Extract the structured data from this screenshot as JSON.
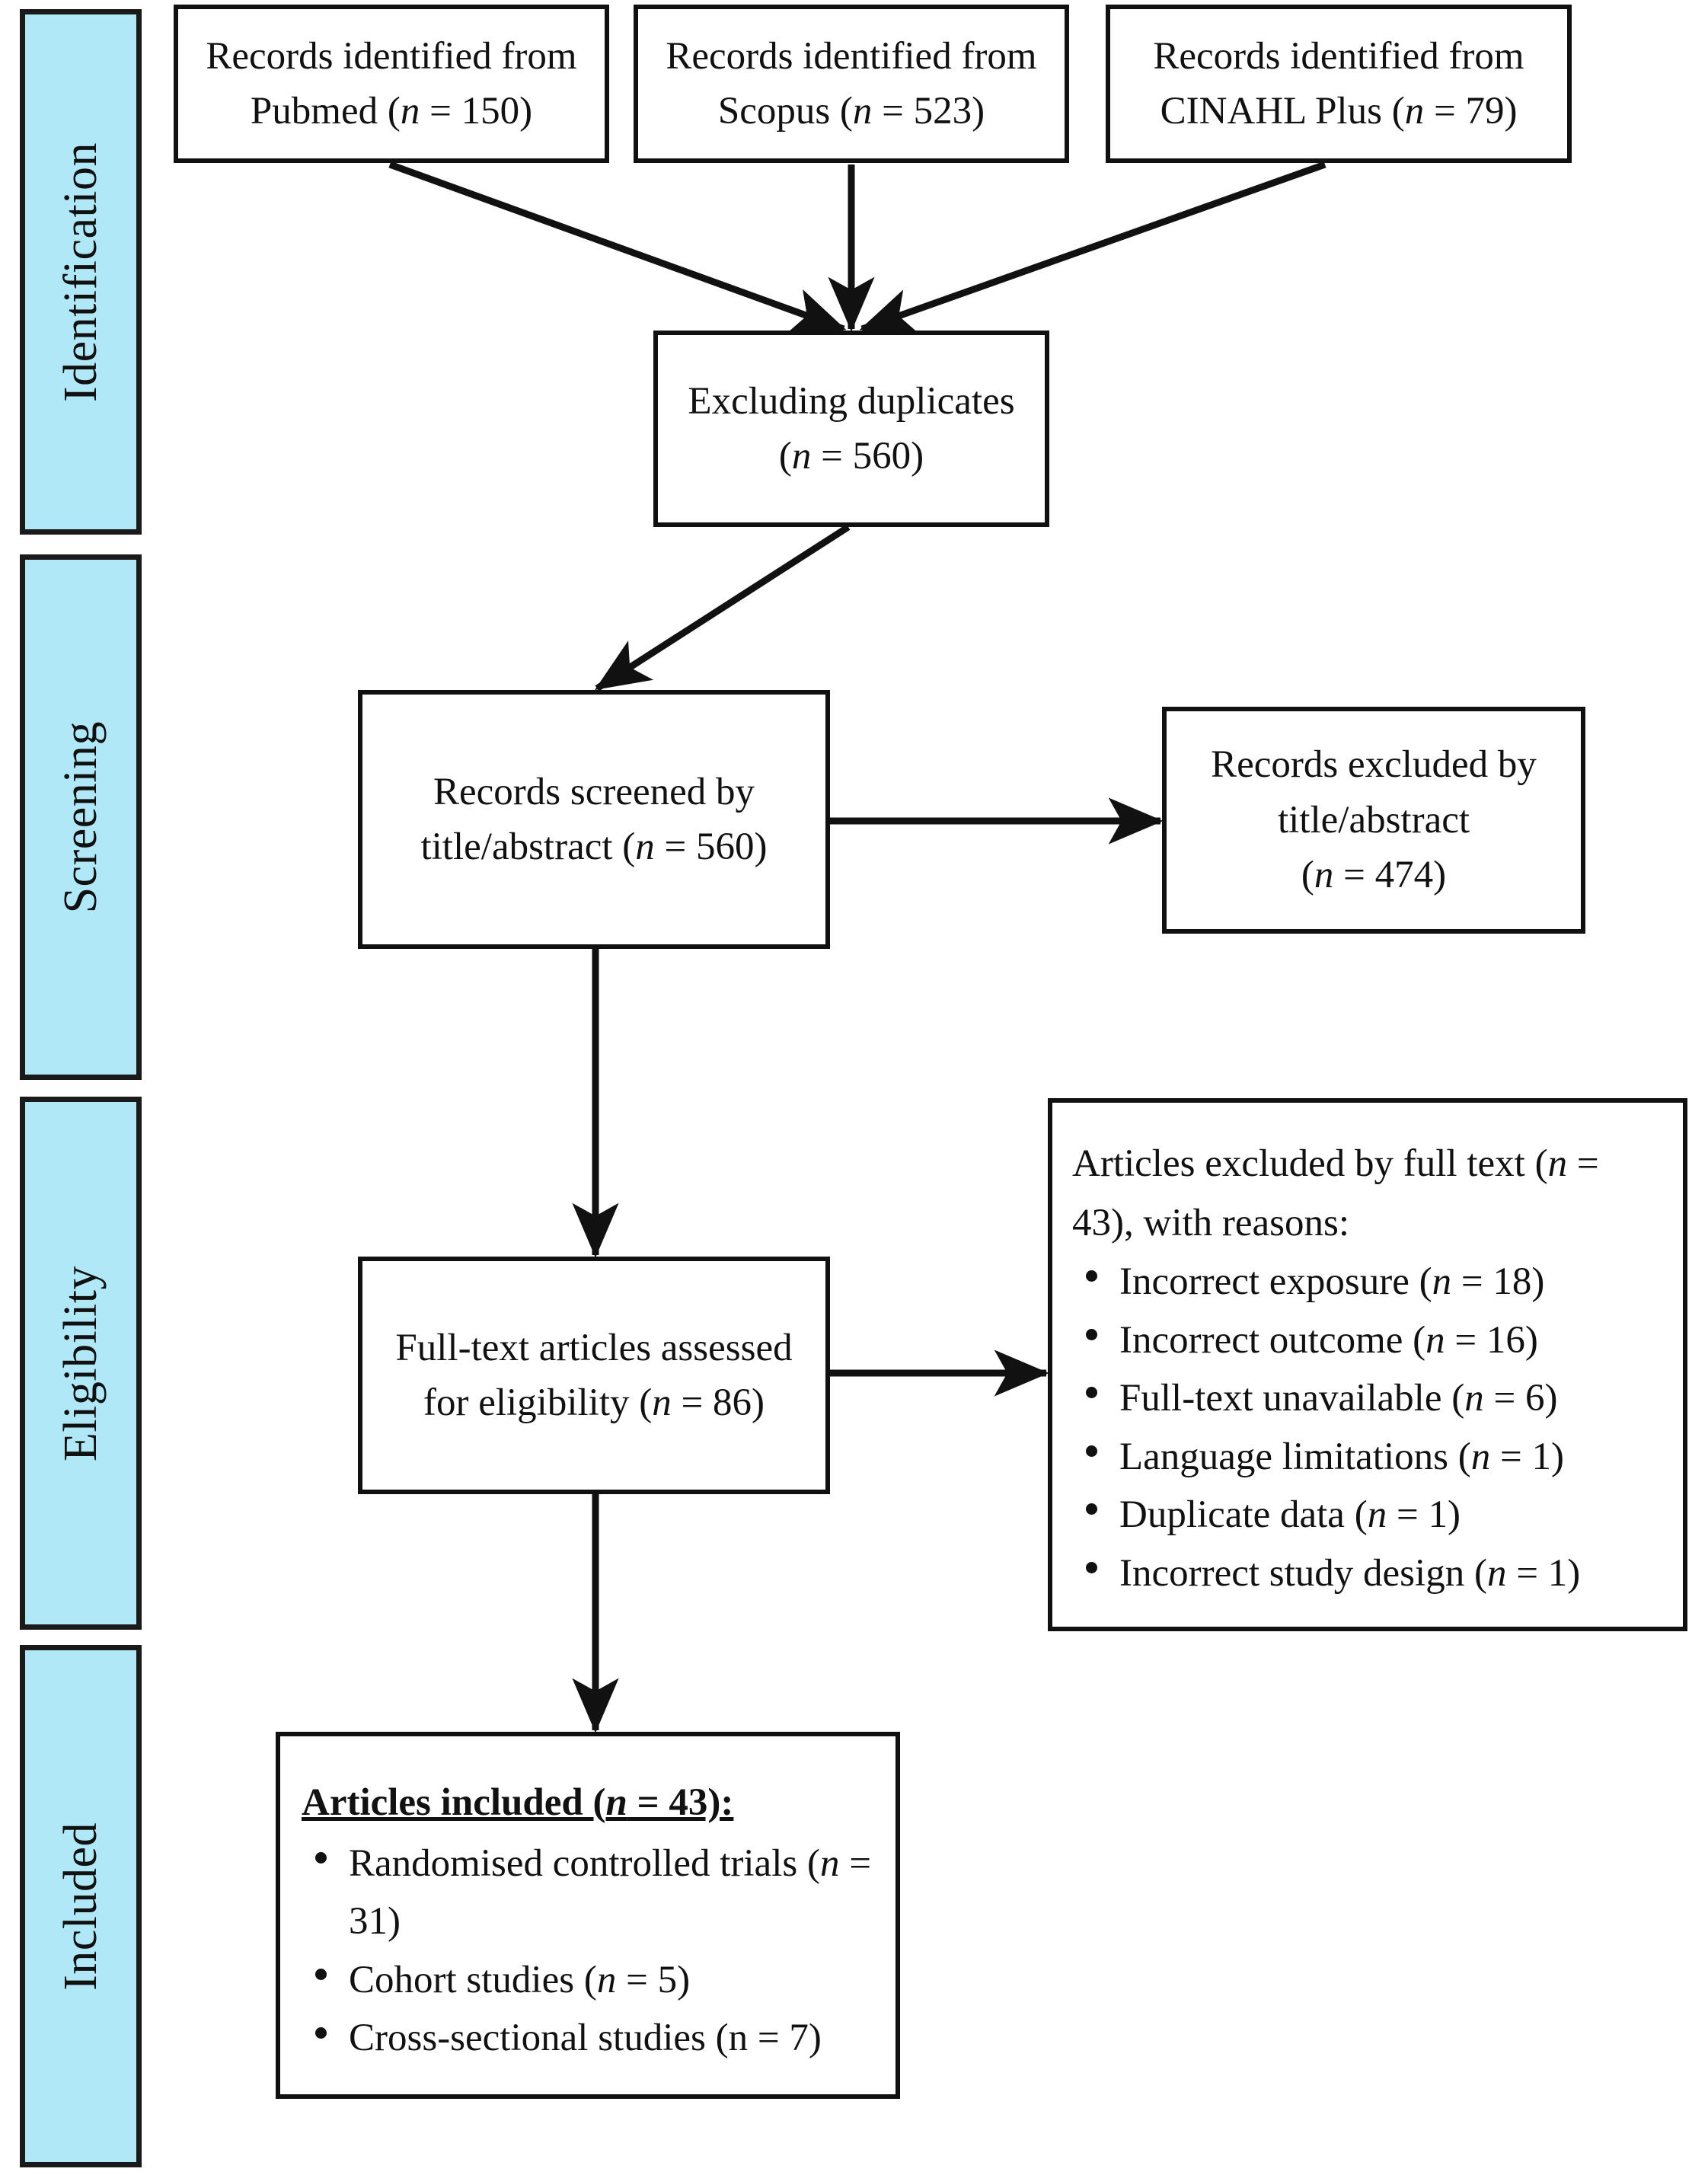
{
  "figure": {
    "type": "prisma-flow-diagram",
    "title": "PRISMA study selection flow diagram"
  },
  "stages": [
    {
      "id": "identification",
      "label": "Identification"
    },
    {
      "id": "screening",
      "label": "Screening"
    },
    {
      "id": "eligibility",
      "label": "Eligibility"
    },
    {
      "id": "included",
      "label": "Included"
    }
  ],
  "boxes": {
    "pubmed": {
      "line1": "Records identified from",
      "line2_pre": "Pubmed (",
      "line2_italic": "n",
      "line2_post": " = 150)"
    },
    "scopus": {
      "line1": "Records identified from",
      "line2_pre": "Scopus (",
      "line2_italic": "n",
      "line2_post": " = 523)"
    },
    "cinahl": {
      "line1": "Records identified from",
      "line2_pre": "CINAHL Plus (",
      "line2_italic": "n",
      "line2_post": " = 79)"
    },
    "duplicates": {
      "line1": "Excluding duplicates",
      "line2_pre": "(",
      "line2_italic": "n",
      "line2_post": " = 560)"
    },
    "screened": {
      "line1": "Records screened by",
      "line2_pre": "title/abstract (",
      "line2_italic": "n",
      "line2_post": " = 560)"
    },
    "excluded_title": {
      "line1": "Records excluded by",
      "line2": "title/abstract",
      "line3_pre": "(",
      "line3_italic": "n",
      "line3_post": " = 474)"
    },
    "fulltext_assessed": {
      "line1": "Full-text articles assessed",
      "line2_pre": "for eligibility (",
      "line2_italic": "n",
      "line2_post": " = 86)"
    },
    "excluded_fulltext": {
      "heading_pre": "Articles excluded by full text (",
      "heading_italic": "n",
      "heading_post": " = 43), with reasons:",
      "reasons": [
        {
          "text_pre": "Incorrect exposure (",
          "italic": "n",
          "text_post": " = 18)"
        },
        {
          "text_pre": "Incorrect outcome (",
          "italic": "n",
          "text_post": " = 16)"
        },
        {
          "text_pre": "Full-text unavailable (",
          "italic": "n",
          "text_post": " = 6)"
        },
        {
          "text_pre": "Language limitations (",
          "italic": "n",
          "text_post": " = 1)"
        },
        {
          "text_pre": "Duplicate data (",
          "italic": "n",
          "text_post": " = 1)"
        },
        {
          "text_pre": "Incorrect study design (",
          "italic": "n",
          "text_post": " = 1)"
        }
      ]
    },
    "included_articles": {
      "heading_pre": "Articles included (",
      "heading_italic": "n",
      "heading_post": " = 43):",
      "items": [
        {
          "text_pre": "Randomised controlled trials (",
          "italic": "n",
          "text_post": " = 31)"
        },
        {
          "text_pre": "Cohort studies (",
          "italic": "n",
          "text_post": " = 5)"
        },
        {
          "text_pre": "Cross-sectional studies (n = 7)",
          "italic": "",
          "text_post": ""
        }
      ]
    }
  },
  "colors": {
    "stage_fill": "#b0e8f7",
    "stroke": "#111111",
    "box_fill": "#ffffff",
    "page_background": "#ffffff"
  },
  "flow_data": {
    "sources": [
      {
        "name": "Pubmed",
        "n": 150
      },
      {
        "name": "Scopus",
        "n": 523
      },
      {
        "name": "CINAHL Plus",
        "n": 79
      }
    ],
    "after_duplicates_removed": 560,
    "screened_title_abstract": 560,
    "excluded_title_abstract": 474,
    "fulltext_assessed": 86,
    "fulltext_excluded_total": 43,
    "fulltext_exclusion_reasons": [
      {
        "reason": "Incorrect exposure",
        "n": 18
      },
      {
        "reason": "Incorrect outcome",
        "n": 16
      },
      {
        "reason": "Full-text unavailable",
        "n": 6
      },
      {
        "reason": "Language limitations",
        "n": 1
      },
      {
        "reason": "Duplicate data",
        "n": 1
      },
      {
        "reason": "Incorrect study design",
        "n": 1
      }
    ],
    "included_total": 43,
    "included_breakdown": [
      {
        "design": "Randomised controlled trials",
        "n": 31
      },
      {
        "design": "Cohort studies",
        "n": 5
      },
      {
        "design": "Cross-sectional studies",
        "n": 7
      }
    ]
  }
}
